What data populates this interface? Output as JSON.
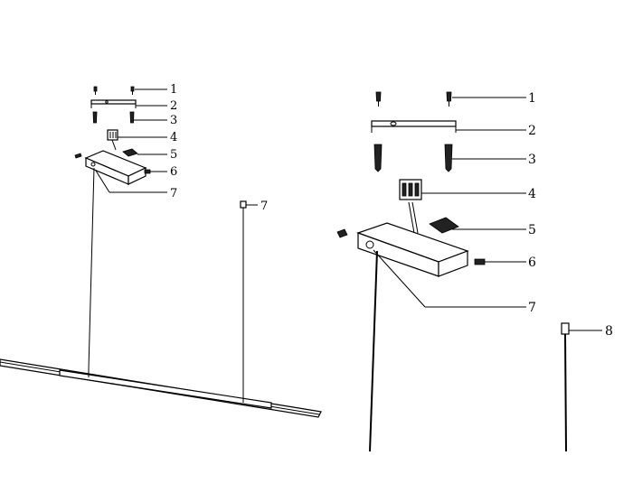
{
  "left_labels": [
    "1",
    "2",
    "3",
    "4",
    "5",
    "6",
    "7",
    "7"
  ],
  "right_labels": [
    "1",
    "2",
    "3",
    "4",
    "5",
    "6",
    "7",
    "8"
  ]
}
